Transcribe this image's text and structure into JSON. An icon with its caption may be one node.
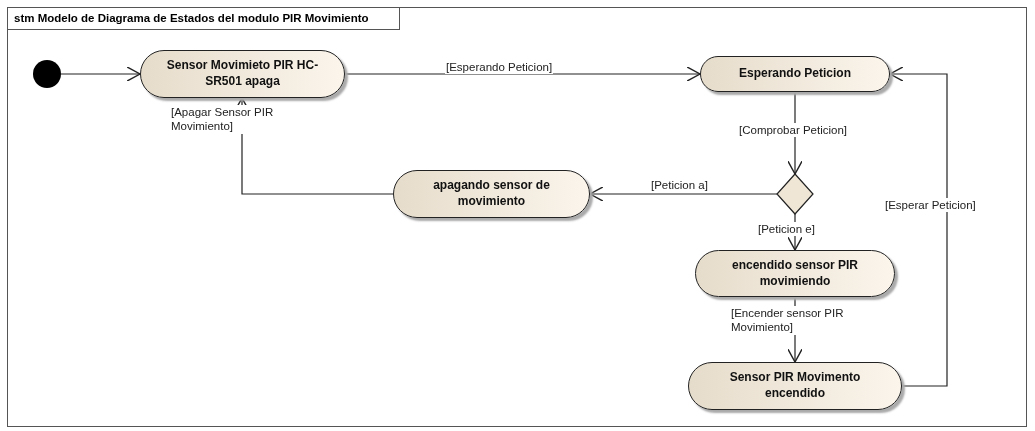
{
  "diagram": {
    "nodes": [
      {
        "text": [
          "stm Modelo de Diagrama de Estados del modulo PIR Movimiento"
        ]
      },
      {
        "text": [],
        "shape": "circle",
        "in": 0
      },
      {
        "text": [
          "Sensor Movimieto PIR HC-SR501 apaga"
        ],
        "in": 0
      },
      {
        "text": [
          "Esperando Peticion"
        ],
        "in": 0
      },
      {
        "text": [],
        "shape": "diamond",
        "in": 0
      },
      {
        "text": [
          "apagando sensor de movimiento"
        ],
        "in": 0
      },
      {
        "text": [
          "encendido sensor PIR movimiendo"
        ],
        "in": 0
      },
      {
        "text": [
          "Sensor PIR Movimento encendido"
        ],
        "in": 0
      }
    ],
    "edges": [
      {
        "from": 1,
        "to": 2,
        "arrow": "to"
      },
      {
        "from": 2,
        "to": 3,
        "arrow": "to",
        "label": "[Esperando Peticion]"
      },
      {
        "from": 3,
        "to": 4,
        "arrow": "to",
        "label": "[Comprobar Peticion]"
      },
      {
        "from": 4,
        "to": 5,
        "arrow": "to",
        "label": "[Peticion a]"
      },
      {
        "from": 5,
        "to": 2,
        "arrow": "to",
        "label": "[Apagar Sensor PIR Movimiento]"
      },
      {
        "from": 4,
        "to": 6,
        "arrow": "to",
        "label": "[Peticion e]"
      },
      {
        "from": 6,
        "to": 7,
        "arrow": "to",
        "label": "[Encender sensor PIR Movimiento]"
      },
      {
        "from": 7,
        "to": 3,
        "arrow": "to",
        "label": "[Esperar Peticion]"
      }
    ]
  }
}
